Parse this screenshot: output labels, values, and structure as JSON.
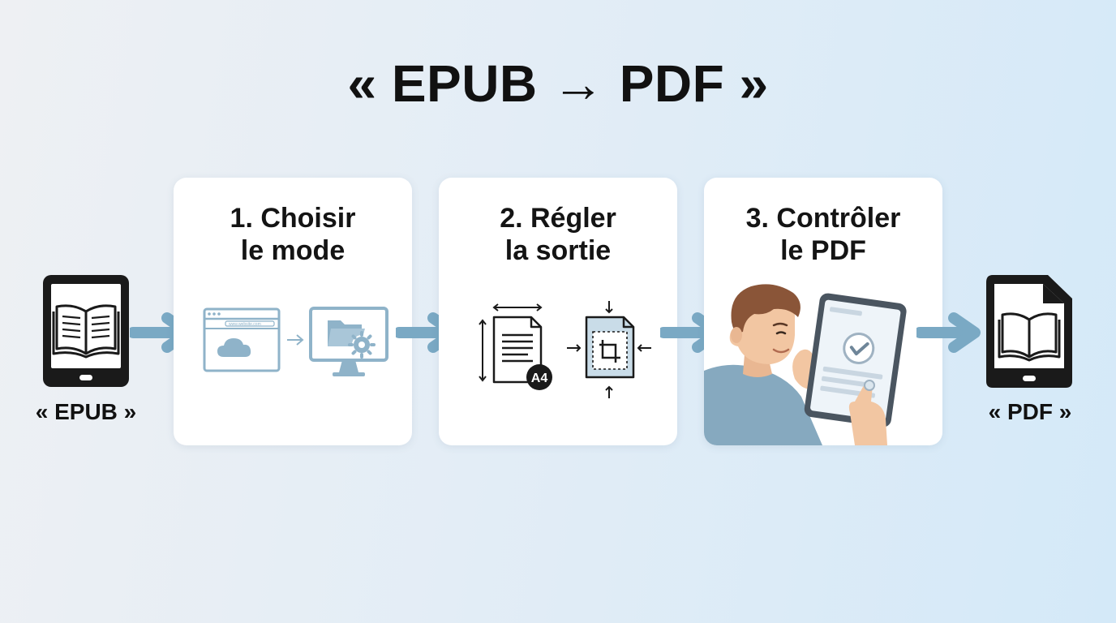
{
  "title": "« EPUB → PDF »",
  "source": {
    "label": "« EPUB »",
    "icon": "ebook-reader-icon"
  },
  "target": {
    "label": "« PDF »",
    "icon": "pdf-tablet-icon"
  },
  "steps": [
    {
      "line1": "1. Choisir",
      "line2": "le mode",
      "icons": [
        "browser-cloud-icon",
        "desktop-folder-settings-icon"
      ],
      "browser_url": "www.website.com"
    },
    {
      "line1": "2. Régler",
      "line2": "la sortie",
      "icons": [
        "a4-page-size-icon",
        "crop-margins-icon"
      ],
      "badge": "A4"
    },
    {
      "line1": "3. Contrôler",
      "line2": "le PDF",
      "icons": [
        "person-checking-tablet-illustration",
        "check-icon"
      ]
    }
  ],
  "colors": {
    "arrow": "#7aa9c4",
    "icon_blue": "#8fb3c9",
    "icon_dark": "#1a1a1a",
    "shirt": "#86a9bf",
    "hair": "#8a5538",
    "skin": "#f2c6a2"
  }
}
